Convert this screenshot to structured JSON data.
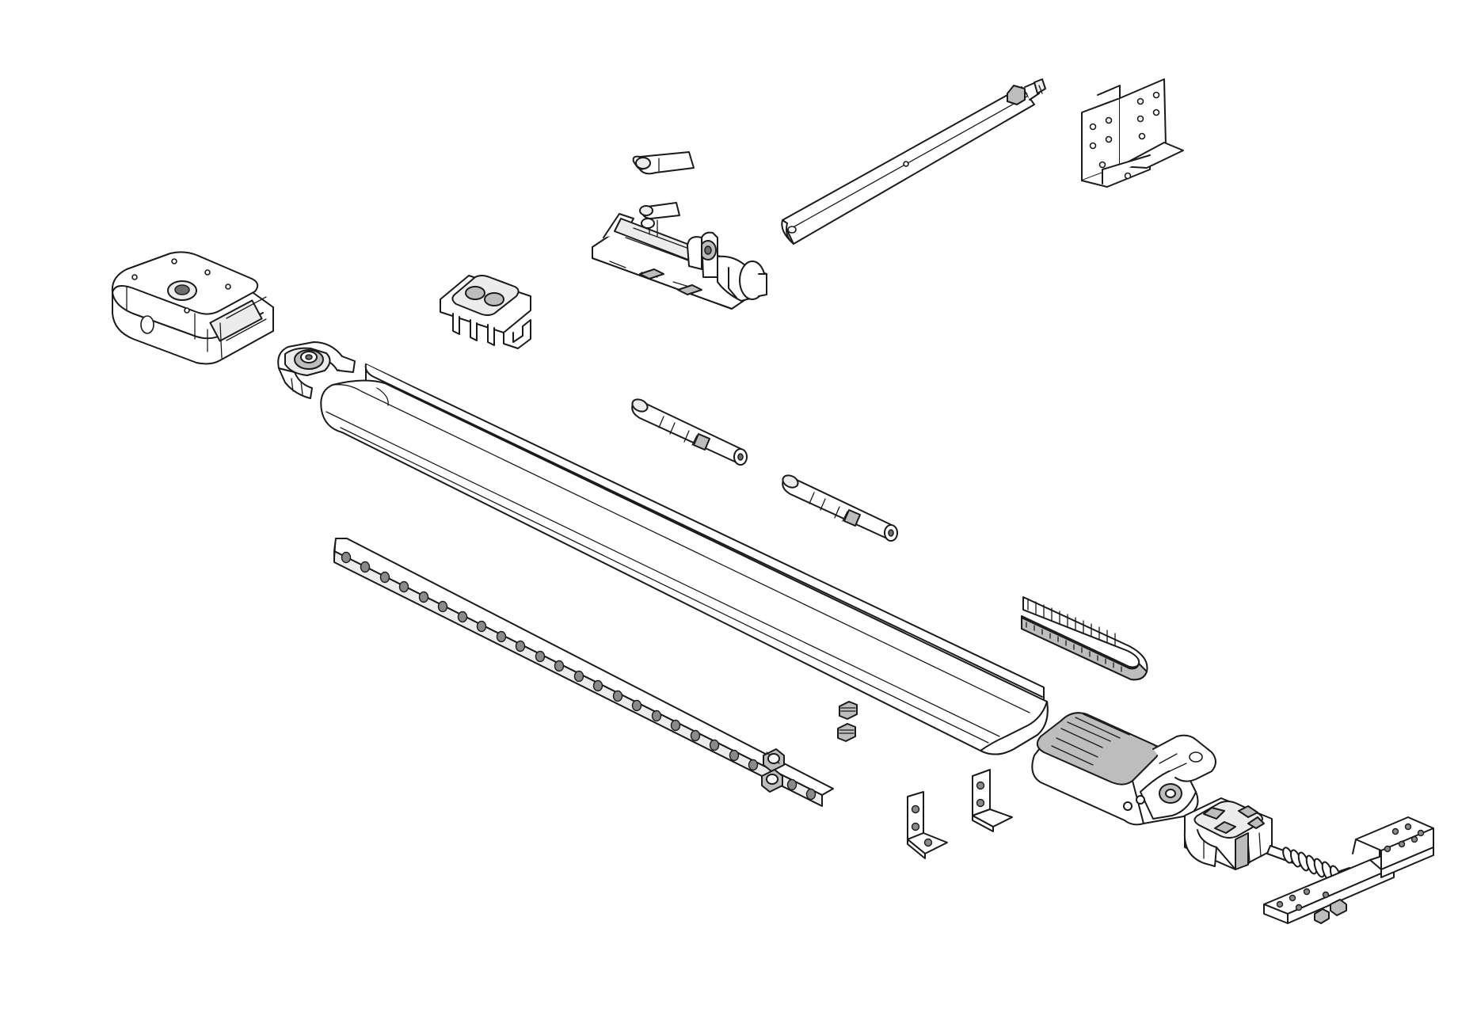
{
  "diagram": {
    "type": "exploded-assembly-line-drawing",
    "background": "#ffffff",
    "line_color": "#1a1a1a",
    "parts": [
      {
        "name": "motor-end-cap",
        "icon": "end-cap-icon"
      },
      {
        "name": "idler-pulley",
        "icon": "pulley-icon"
      },
      {
        "name": "rail-section",
        "icon": "rail-icon"
      },
      {
        "name": "slider-guide-block",
        "icon": "guide-block-icon"
      },
      {
        "name": "release-handle",
        "icon": "handle-icon"
      },
      {
        "name": "carriage-trolley",
        "icon": "trolley-icon"
      },
      {
        "name": "door-arm",
        "icon": "arm-icon"
      },
      {
        "name": "door-bracket",
        "icon": "bracket-icon"
      },
      {
        "name": "connector-pin-1",
        "icon": "pin-icon"
      },
      {
        "name": "connector-pin-2",
        "icon": "pin-icon"
      },
      {
        "name": "perforated-hanging-strap",
        "icon": "strap-icon"
      },
      {
        "name": "nut-pair",
        "icon": "nut-icon"
      },
      {
        "name": "bolt-pair",
        "icon": "bolt-icon"
      },
      {
        "name": "angle-bracket-1",
        "icon": "angle-bracket-icon"
      },
      {
        "name": "angle-bracket-2",
        "icon": "angle-bracket-icon"
      },
      {
        "name": "toothed-belt",
        "icon": "belt-icon"
      },
      {
        "name": "drive-head",
        "icon": "drive-head-icon"
      },
      {
        "name": "tensioner-block",
        "icon": "tensioner-icon"
      },
      {
        "name": "tension-spring",
        "icon": "spring-icon"
      },
      {
        "name": "header-bracket",
        "icon": "header-bracket-icon"
      }
    ]
  }
}
